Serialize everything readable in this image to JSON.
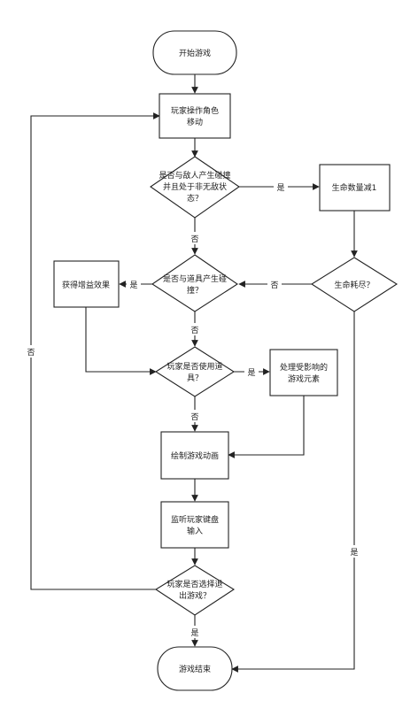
{
  "flowchart": {
    "start": "开始游戏",
    "move": [
      "玩家操作角色",
      "移动"
    ],
    "enemy_check": [
      "是否与敌人产生碰撞",
      "并且处于非无敌状",
      "态？"
    ],
    "life_decrease": "生命数量减1",
    "life_exhausted": "生命耗尽？",
    "item_check": [
      "是否与道具产生碰",
      "撞？"
    ],
    "gain_effect": "获得增益效果",
    "use_item_check": [
      "玩家是否使用道",
      "具？"
    ],
    "process_effect": [
      "处理受影响的",
      "游戏元素"
    ],
    "draw": "绘制游戏动画",
    "listen": [
      "监听玩家键盘",
      "输入"
    ],
    "exit_check": [
      "玩家是否选择退",
      "出游戏？"
    ],
    "end": "游戏结束"
  },
  "edge_labels": {
    "enemy_yes": "是",
    "enemy_no": "否",
    "life_yes": "是",
    "life_no": "否",
    "item_yes": "是",
    "item_no": "否",
    "use_yes": "是",
    "use_no": "否",
    "exit_yes": "是",
    "exit_no": "否"
  },
  "colors": {
    "stroke": "#222222",
    "fill": "#ffffff",
    "text": "#222222"
  }
}
